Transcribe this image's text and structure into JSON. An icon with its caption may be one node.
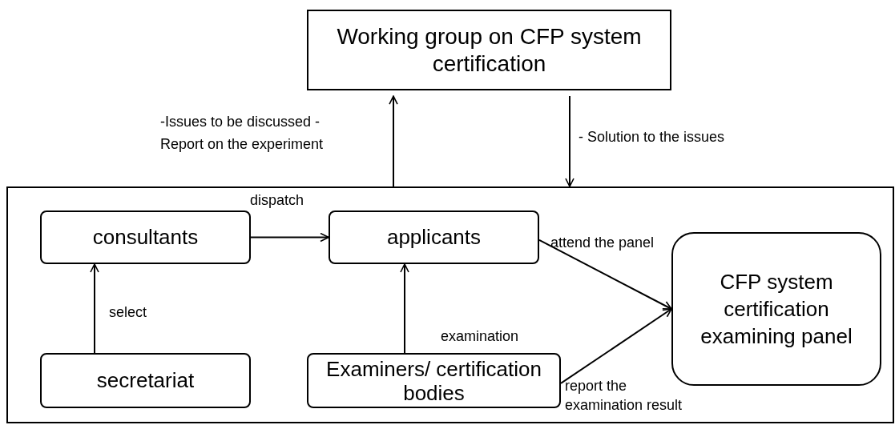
{
  "diagram": {
    "nodes": [
      {
        "text": [
          "Working group on CFP system certification"
        ]
      },
      {
        "text": [],
        "shape": "box"
      },
      {
        "text": [
          "consultants"
        ],
        "in": 1
      },
      {
        "text": [
          "applicants"
        ],
        "in": 1
      },
      {
        "text": [
          "CFP system certification examining panel"
        ],
        "in": 1
      },
      {
        "text": [
          "secretariat"
        ],
        "in": 1
      },
      {
        "text": [
          "Examiners/ certification bodies"
        ],
        "in": 1
      }
    ],
    "edges": [
      {
        "from": 1,
        "to": 0,
        "arrow": "to",
        "label": "-Issues to be discussed -Report on the experiment"
      },
      {
        "from": 0,
        "to": 1,
        "arrow": "to",
        "label": "- Solution to the issues"
      },
      {
        "from": 2,
        "to": 3,
        "arrow": "to",
        "label": "dispatch"
      },
      {
        "from": 5,
        "to": 2,
        "arrow": "to",
        "label": "select"
      },
      {
        "from": 6,
        "to": 3,
        "arrow": "to",
        "label": "examination"
      },
      {
        "from": 3,
        "to": 4,
        "arrow": "to",
        "label": "attend the panel"
      },
      {
        "from": 6,
        "to": 4,
        "arrow": "to",
        "label": "report the examination result"
      }
    ]
  }
}
